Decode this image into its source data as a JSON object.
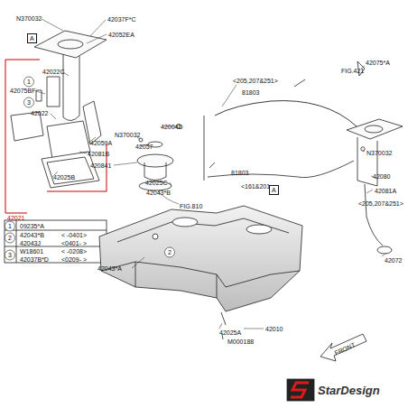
{
  "diagram": {
    "nodes": [
      {
        "text": [
          "A"
        ]
      },
      {
        "text": [
          "A"
        ]
      }
    ],
    "labels": [
      "N370032",
      "42037F*C",
      "42052EA",
      "42022C",
      "1",
      "42075BF",
      "3",
      "42022",
      "42059A",
      "42081B",
      "42025B",
      "42021",
      "1",
      "09235*A",
      "2",
      "42043*B",
      "< -0401>",
      "42043J",
      "<0401- >",
      "3",
      "W18601",
      "< -0208>",
      "42037B*D",
      "<0209- >",
      "N370032",
      "42004D",
      "42057",
      "420841",
      "42025C",
      "42043*B",
      "FIG.810",
      "42043*A",
      "2",
      "42025A",
      "42010",
      "M000188",
      "<205,207&251>",
      "81803",
      "81803",
      "<161&201>",
      "FIG.421",
      "42075*A",
      "N370032",
      "42080",
      "42081A",
      "<205,207&251>",
      "42072",
      "FRONT",
      "StarDesign"
    ]
  }
}
